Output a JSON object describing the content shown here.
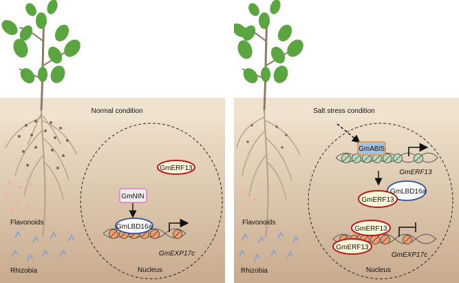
{
  "panels": [
    {
      "condition": "Normal condition",
      "flavonoids": "Flavonoids",
      "rhizobia": "Rhizobia",
      "nucleus": "Nucleus",
      "proteins": {
        "erf13": "GmERF13",
        "nin": "GmNIN",
        "lbd16a": "GmLBD16a"
      },
      "gene": "GmEXP17c"
    },
    {
      "condition": "Salt stress condition",
      "flavonoids": "Flavonoids",
      "rhizobia": "Rhizobia",
      "nucleus": "Nucleus",
      "proteins": {
        "abi5": "GmABI5",
        "erf13_a": "GmERF13",
        "lbd16a": "GmLBD16a",
        "erf13_b": "GmERF13",
        "erf13_c": "GmERF13"
      },
      "genes": {
        "erf13": "GmERF13",
        "exp17c": "GmEXP17c"
      }
    }
  ],
  "colors": {
    "soil_top": "#ecdfc9",
    "soil_bottom": "#c9ab8e",
    "leaf": "#5aa53f",
    "stem": "#8e7a62",
    "erf13_fill": "#fbf7d8",
    "erf13_stroke": "#c0141b",
    "lbd16a_stroke": "#2c4ea3",
    "nin_stroke": "#e07ac2",
    "abi5_fill": "#a9bfde",
    "abi5_stroke": "#e8922e",
    "helix_orange": "#ee9d68",
    "helix_green": "#b7d9b7",
    "flavonoid": "#f4aab0",
    "rhizobia": "#8ea3c7"
  }
}
